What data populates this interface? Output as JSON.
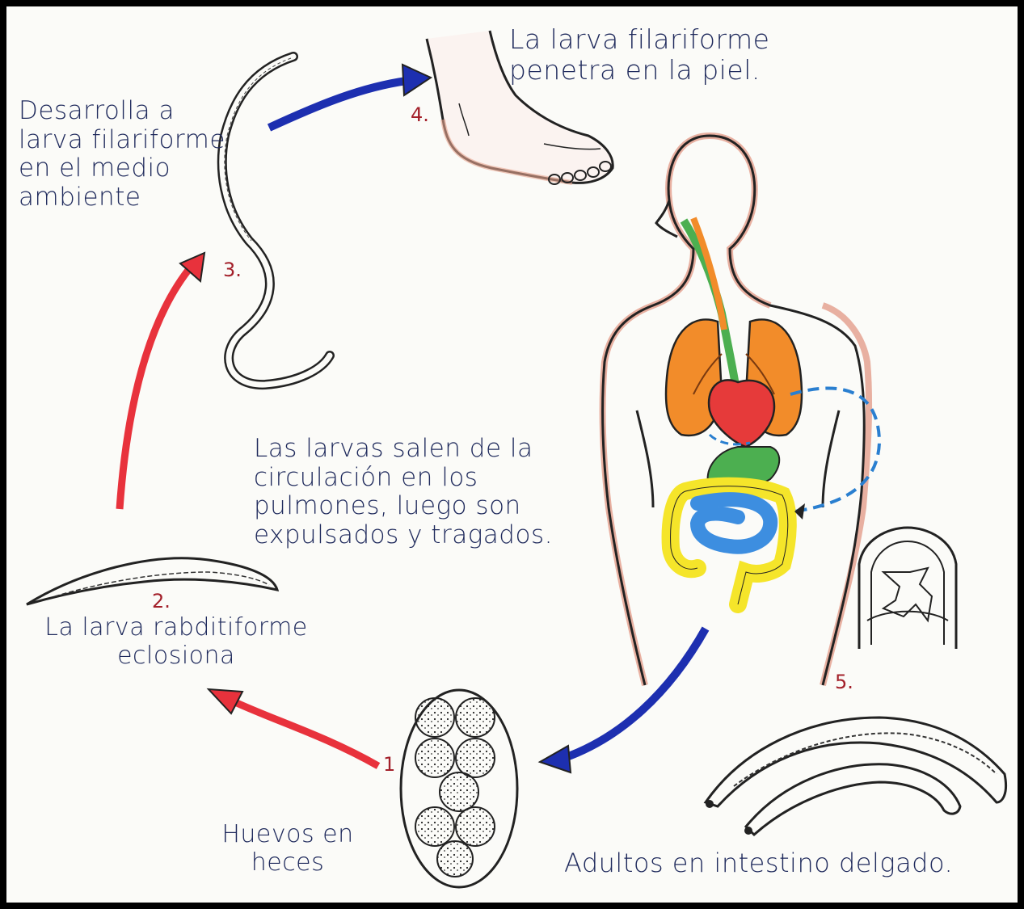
{
  "labels": {
    "step1": "Huevos en heces",
    "step2": "La larva rabditiforme eclosiona",
    "step3": "Desarrolla a larva filariforme en el medio ambiente",
    "step4": "La larva filariforme penetra en la piel.",
    "lungs": "Las larvas salen de la circulación en los pulmones, luego son expulsados y tragados.",
    "step5": "Adultos en intestino delgado."
  },
  "numbers": {
    "n1": "1",
    "n2": "2.",
    "n3": "3.",
    "n4": "4.",
    "n5": "5."
  },
  "colors": {
    "ink": "#1f2a5c",
    "red_arrow": "#e8323c",
    "blue_arrow": "#1d2fb0",
    "lungs": "#f28c2a",
    "heart": "#e63a3a",
    "stomach": "#4caf50",
    "small_intestine": "#3d8ee0",
    "large_intestine": "#f5e52a",
    "skin_outline": "#d9735a"
  }
}
